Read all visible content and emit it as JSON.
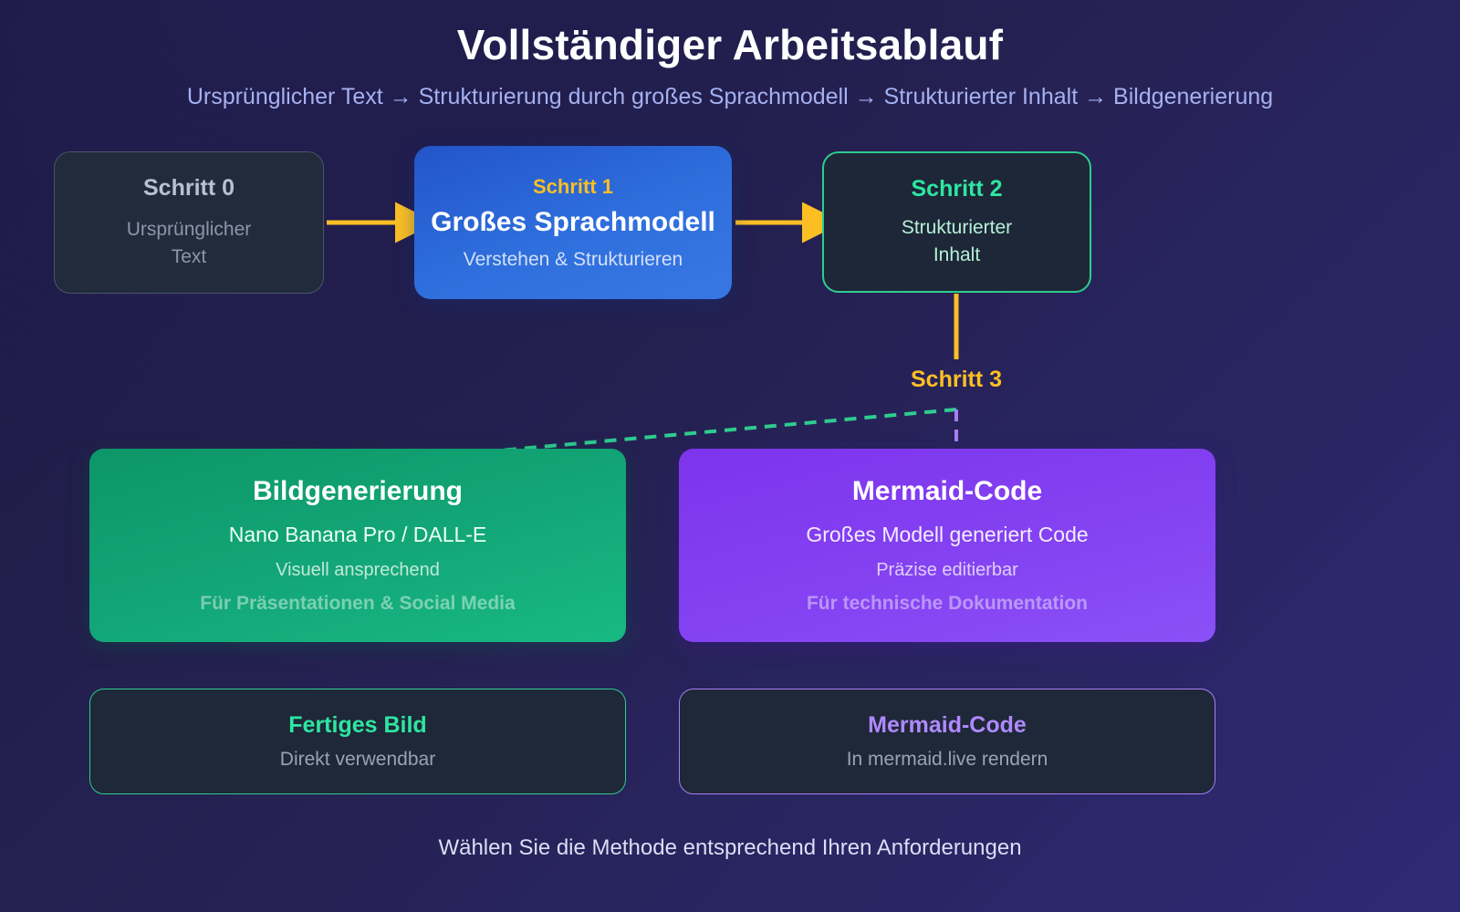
{
  "header": {
    "title": "Vollständiger Arbeitsablauf",
    "subtitle": "Ursprünglicher Text → Strukturierung durch großes Sprachmodell → Strukturierter Inhalt → Bildgenerierung"
  },
  "pipeline": {
    "step0": {
      "title": "Schritt 0",
      "line1": "Ursprünglicher",
      "line2": "Text"
    },
    "step1": {
      "step_label": "Schritt 1",
      "title": "Großes Sprachmodell",
      "subtitle": "Verstehen & Strukturieren"
    },
    "step2": {
      "title": "Schritt 2",
      "line1": "Strukturierter",
      "line2": "Inhalt"
    },
    "step3_label": "Schritt 3"
  },
  "branches": {
    "image": {
      "title": "Bildgenerierung",
      "subtitle": "Nano Banana Pro / DALL-E",
      "detail": "Visuell ansprechend",
      "note": "Für Präsentationen & Social Media"
    },
    "mermaid": {
      "title": "Mermaid-Code",
      "subtitle": "Großes Modell generiert Code",
      "detail": "Präzise editierbar",
      "note": "Für technische Dokumentation"
    }
  },
  "results": {
    "image": {
      "title": "Fertiges Bild",
      "subtitle": "Direkt verwendbar"
    },
    "mermaid": {
      "title": "Mermaid-Code",
      "subtitle": "In mermaid.live rendern"
    }
  },
  "footer": {
    "text": "Wählen Sie die Methode entsprechend Ihren Anforderungen"
  },
  "colors": {
    "accent_amber": "#fbbf24",
    "accent_green": "#2ee6a0",
    "accent_purple": "#8b5cf6",
    "accent_blue": "#2f6fdd",
    "background_dark": "#1d1a42",
    "text_muted": "#a5b1f0"
  }
}
